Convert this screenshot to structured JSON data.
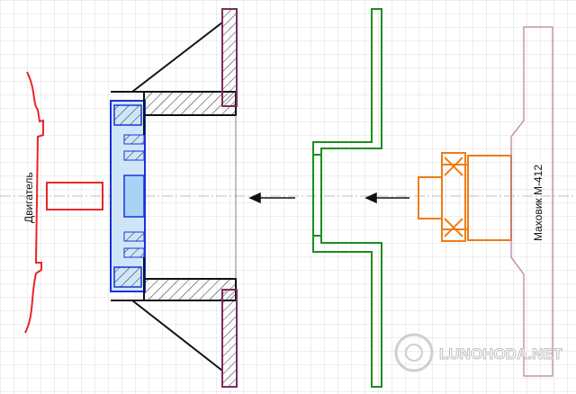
{
  "labels": {
    "engine": "Двигатель",
    "flywheel": "Маховик М-412",
    "watermark": "LUNOHODA.NET"
  },
  "colors": {
    "background": "#ffffff",
    "grid": "#d9d9d9",
    "engine": "#e8262a",
    "coupling": "#1c32d8",
    "coupling_fill": "#a7d3f5",
    "housing": "#111111",
    "plate": "#7a2d5a",
    "adapter": "#1e8c1e",
    "flywheel_hub": "#f07c14",
    "flywheel_outline": "#b57ca6",
    "arrow": "#111111",
    "watermark": "#c8c8c8"
  }
}
